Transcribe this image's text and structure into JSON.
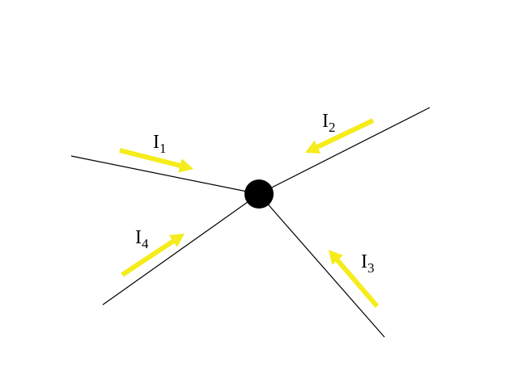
{
  "colors": {
    "arrow": "#f5ec1c",
    "wire": "#000000",
    "node": "#000000",
    "background": "#ffffff"
  },
  "node": {
    "name": "junction-node"
  },
  "currents": [
    {
      "id": "1",
      "letter": "I",
      "subscript": "1",
      "direction": "toward-node"
    },
    {
      "id": "2",
      "letter": "I",
      "subscript": "2",
      "direction": "toward-node"
    },
    {
      "id": "3",
      "letter": "I",
      "subscript": "3",
      "direction": "toward-node"
    },
    {
      "id": "4",
      "letter": "I",
      "subscript": "4",
      "direction": "toward-node"
    }
  ]
}
